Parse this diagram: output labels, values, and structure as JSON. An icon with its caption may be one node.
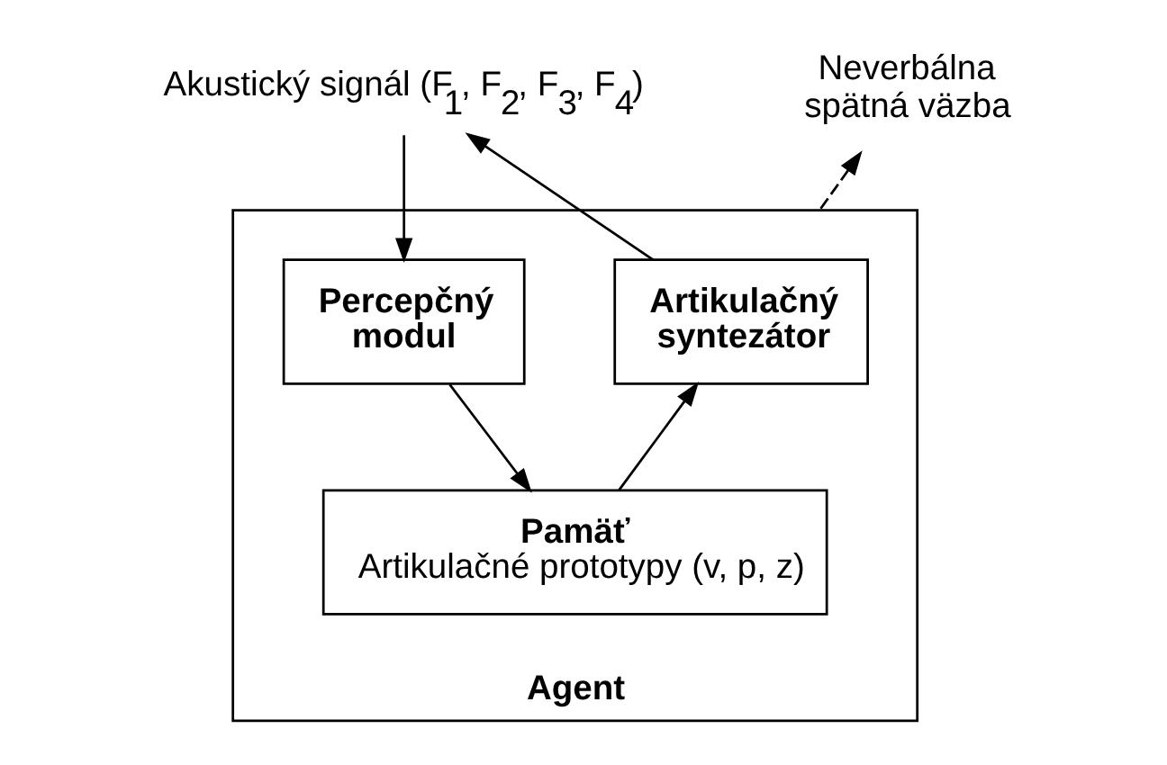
{
  "diagram": {
    "nodes": [
      {
        "text": [
          "Agent"
        ]
      },
      {
        "text": [
          "Artikulačný syntezátor"
        ],
        "in": 0
      },
      {
        "text": [
          "Percepčný modul"
        ],
        "in": 0
      },
      {
        "text": [
          "Pamäť",
          "Artikulačné prototypy (v, p, z)"
        ],
        "in": 0
      },
      {
        "text": [
          "Akustický signál (F$_{1}$, F$_{2}$, F$_{3}$, F$_{4}$)"
        ]
      },
      {
        "text": [
          "Neverbálna spätná väzba"
        ]
      }
    ],
    "edges": [
      {
        "from": 1,
        "to": 4,
        "arrow": "to"
      },
      {
        "from": 4,
        "to": 2,
        "arrow": "to"
      },
      {
        "from": 2,
        "to": 3,
        "arrow": "to"
      },
      {
        "from": 3,
        "to": 1,
        "arrow": "to"
      },
      {
        "from": 0,
        "to": 5,
        "arrow": "to",
        "style": "dashed"
      }
    ]
  }
}
